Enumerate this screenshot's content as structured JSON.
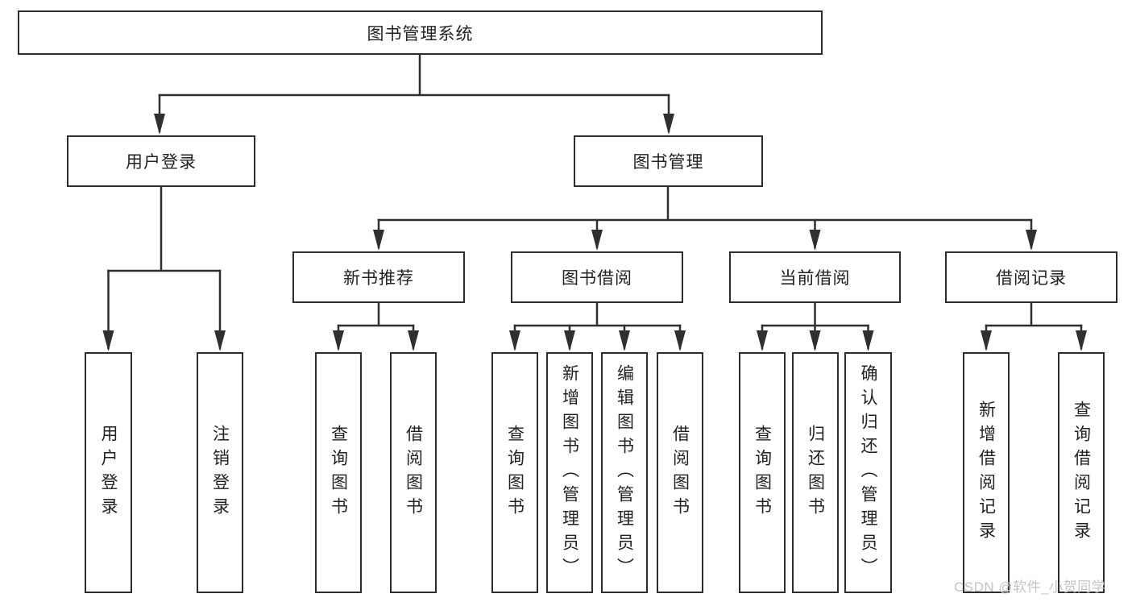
{
  "nodes": {
    "root": {
      "label": "图书管理系统"
    },
    "level1": [
      {
        "label": "用户登录"
      },
      {
        "label": "图书管理"
      }
    ],
    "level2": [
      {
        "label": "新书推荐"
      },
      {
        "label": "图书借阅"
      },
      {
        "label": "当前借阅"
      },
      {
        "label": "借阅记录"
      }
    ],
    "leaves": [
      {
        "label": "用户登录"
      },
      {
        "label": "注销登录"
      },
      {
        "label": "查询图书"
      },
      {
        "label": "借阅图书"
      },
      {
        "label": "查询图书"
      },
      {
        "label": "新增图书（管理员）"
      },
      {
        "label": "编辑图书（管理员）"
      },
      {
        "label": "借阅图书"
      },
      {
        "label": "查询图书"
      },
      {
        "label": "归还图书"
      },
      {
        "label": "确认归还（管理员）"
      },
      {
        "label": "新增借阅记录"
      },
      {
        "label": "查询借阅记录"
      }
    ]
  },
  "watermark": {
    "text": "CSDN @软件_小贺同学"
  },
  "colors": {
    "line": "#2f2f2f",
    "box_border": "#2d2d2d",
    "text": "#222222",
    "watermark": "#c4c4c4",
    "background": "#ffffff"
  }
}
